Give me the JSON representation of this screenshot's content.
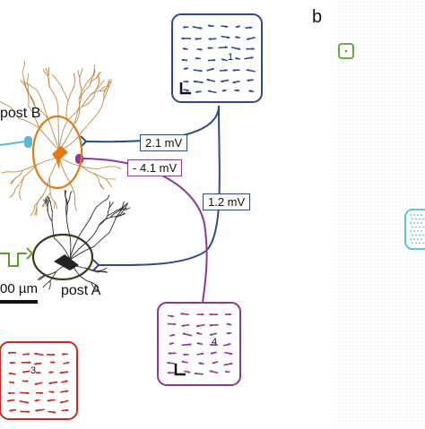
{
  "panel_b_letter": "b",
  "labels": {
    "post_b": "post B",
    "post_a": "post A",
    "scale_bar": "00 µm"
  },
  "connections": {
    "blue": "2.1 mV",
    "purple": "- 4.1 mV",
    "blue_lower": "1.2 mV"
  },
  "map_numbers": {
    "blue": "1",
    "purple": "4",
    "red": "3"
  },
  "colors": {
    "blue": "#2d4a8f",
    "purple": "#8b3a8f",
    "red": "#c8281e",
    "orange": "#e07a12",
    "dendrite_orange": "#c48a4a",
    "dendrite_dark": "#2a2a2a",
    "green": "#5aa02c",
    "cyan": "#5ab8d8",
    "olive": "#3a3a1a"
  }
}
